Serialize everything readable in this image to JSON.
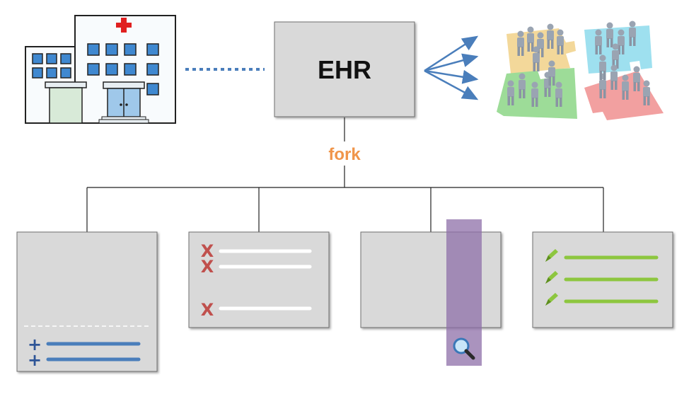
{
  "diagram": {
    "center_node": {
      "label": "EHR"
    },
    "connector_label": "fork",
    "icons": {
      "left": "hospital-icon",
      "right": "people-puzzle-icon",
      "fan_out": "arrows-icon"
    },
    "branches": [
      {
        "kind": "additions",
        "marker": "+",
        "marker_icon": "plus-icon"
      },
      {
        "kind": "deletions",
        "marker": "X",
        "marker_icon": "x-icon"
      },
      {
        "kind": "search",
        "marker_icon": "magnifier-icon"
      },
      {
        "kind": "edits",
        "marker_icon": "pencil-icon"
      }
    ],
    "colors": {
      "box_fill": "#d9d9d9",
      "fork_text": "#f0954a",
      "accent_blue": "#4a7ebb",
      "dark_blue": "#2e5597",
      "delete_red": "#c0504d",
      "edit_green": "#8dc63f",
      "search_band": "#8e6fa8"
    }
  }
}
